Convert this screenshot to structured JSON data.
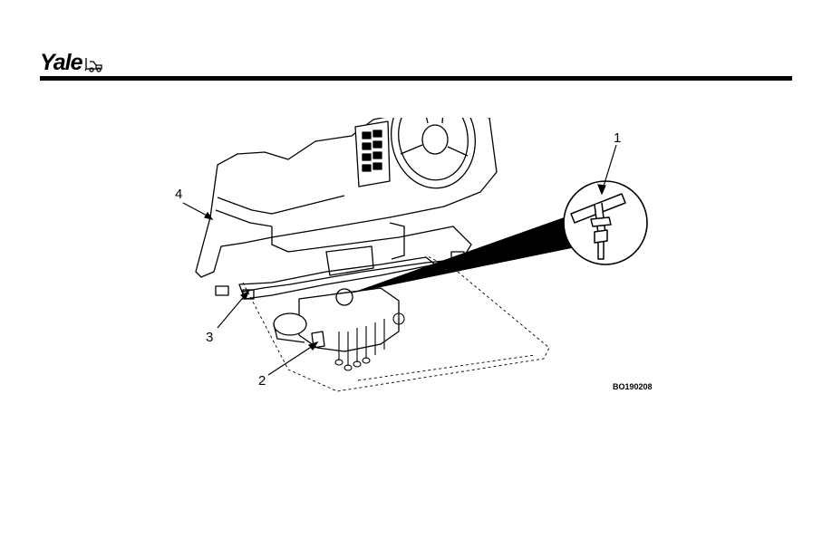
{
  "header": {
    "logo_text": "Yale",
    "logo_icon": "forklift-icon"
  },
  "figure": {
    "callouts": [
      "1",
      "2",
      "3",
      "4"
    ],
    "figure_id": "BO190208"
  }
}
